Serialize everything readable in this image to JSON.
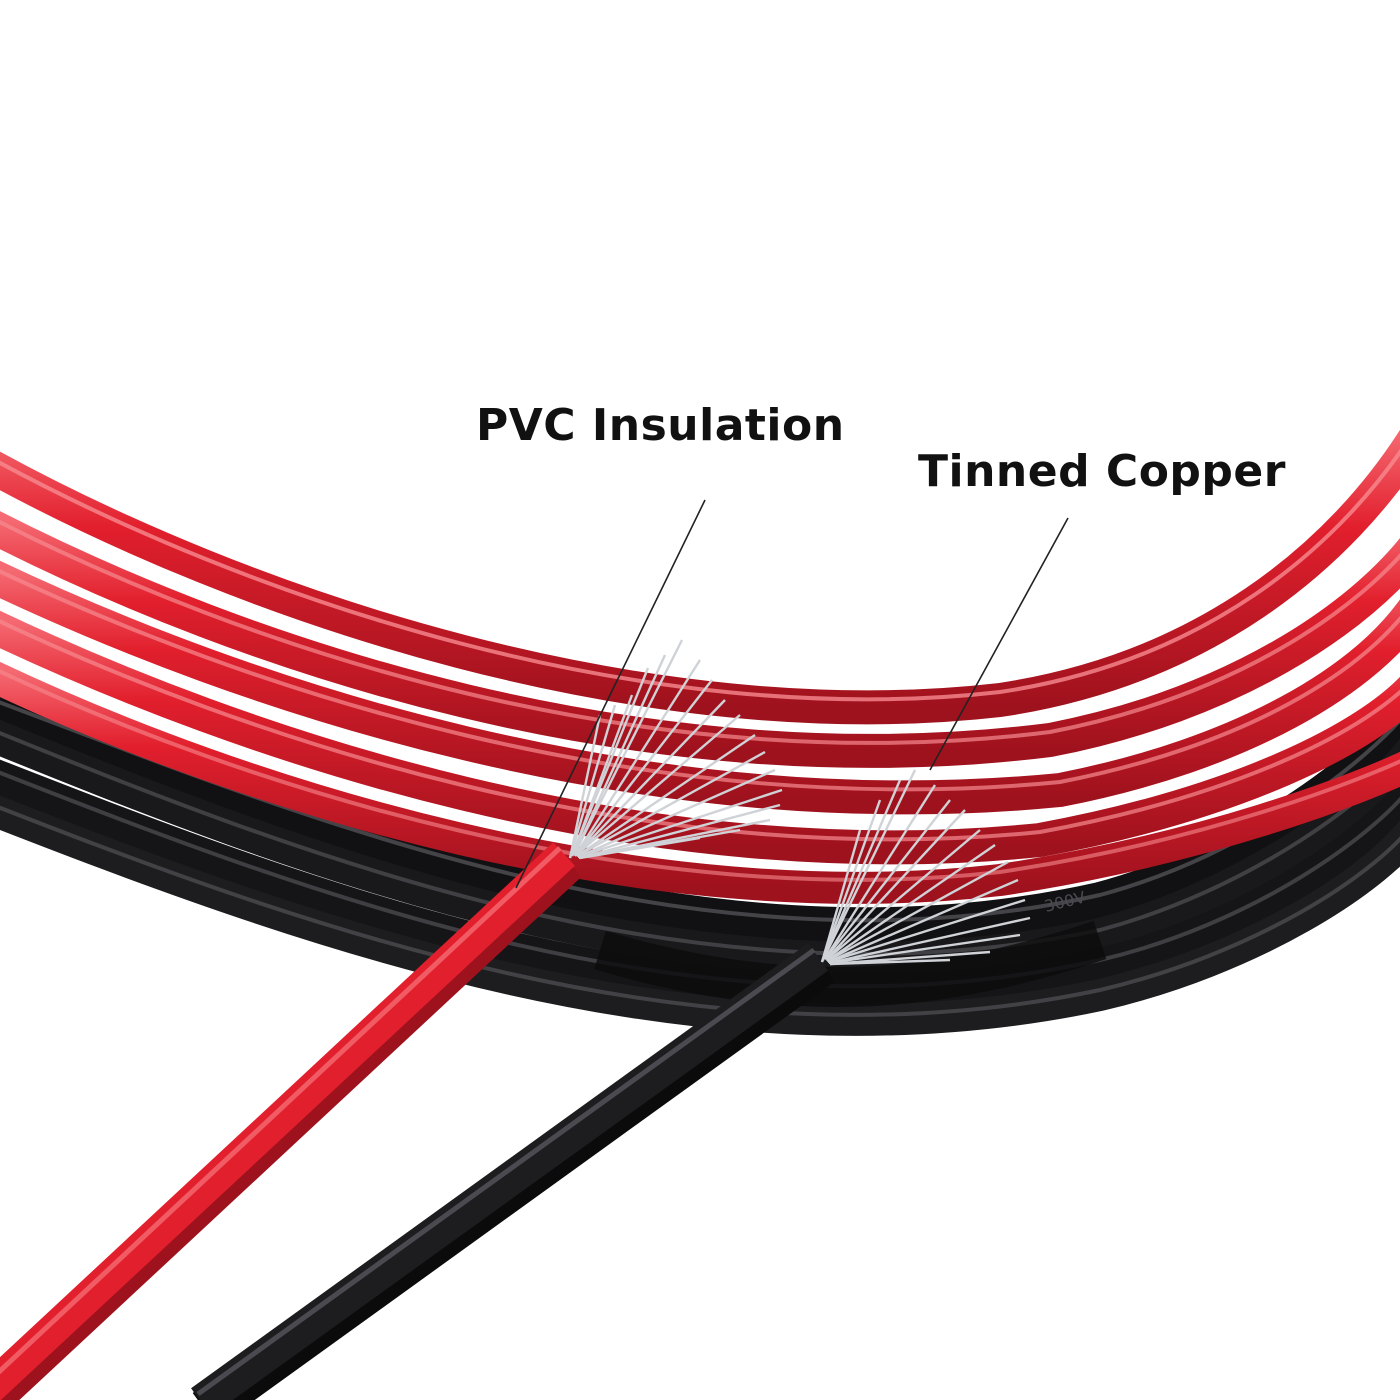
{
  "image": {
    "description_colors": {
      "background": "#ffffff",
      "red_insulation": "#e21f2d",
      "red_highlight": "#f56a72",
      "red_shadow": "#9e121d",
      "black_insulation": "#1d1d1f",
      "black_highlight": "#56565c",
      "tinned_strand": "#cfd2d6",
      "label_text": "#111111",
      "leader_line": "#222222"
    }
  },
  "labels": {
    "insulation": "PVC Insulation",
    "conductor": "Tinned Copper"
  },
  "wire_print": {
    "voltage": "300V"
  }
}
